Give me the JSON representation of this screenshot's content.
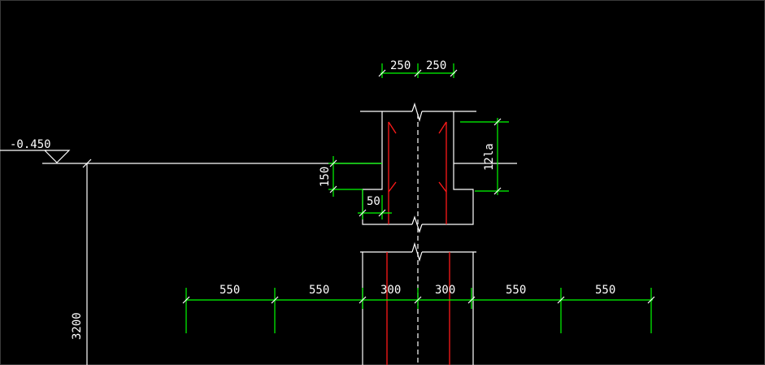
{
  "colors": {
    "background": "#000000",
    "geometry": "#ffffff",
    "dimension": "#00ff00",
    "rebar": "#ff1a1a"
  },
  "labels": {
    "elevation": "-0.450",
    "top_dim_left": "250",
    "top_dim_right": "250",
    "height_150": "150",
    "offset_50": "50",
    "lap_length": "12la",
    "side_height": "3200"
  },
  "bottom_dims": [
    "550",
    "550",
    "300",
    "300",
    "550",
    "550"
  ]
}
